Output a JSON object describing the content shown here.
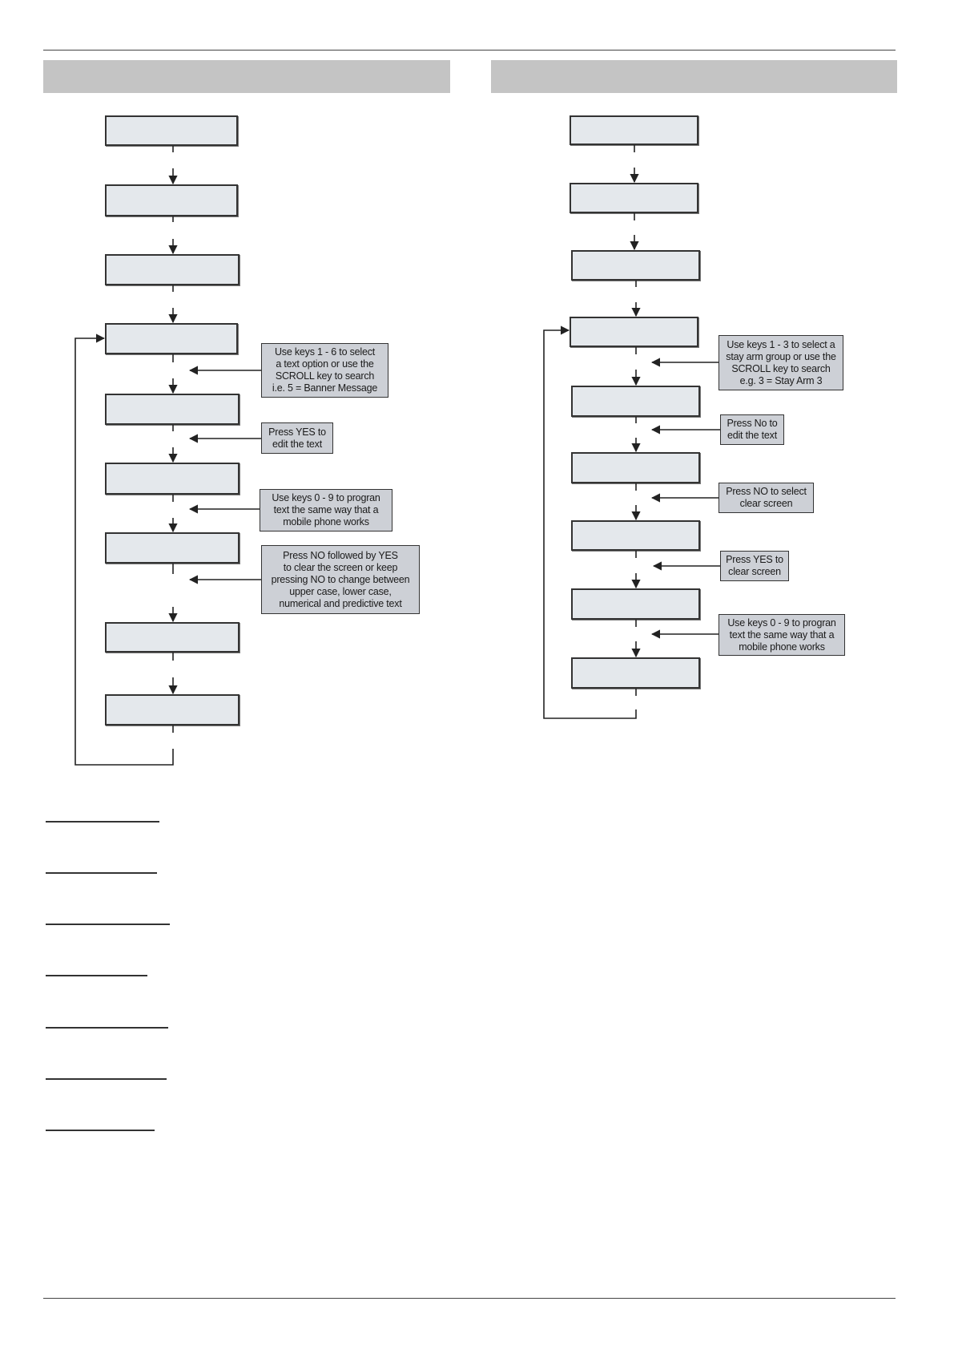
{
  "left_flow": {
    "notes": {
      "select_text_option": "Use keys 1 - 6 to select\na text option or use the\nSCROLL key to search\ni.e. 5 = Banner Message",
      "press_yes_edit": "Press YES to\nedit the text",
      "use_keys_program": "Use keys 0 - 9 to progran\ntext the same way that a\nmobile phone works",
      "press_no_followed_yes": "Press NO followed by YES\nto clear the screen or keep\npressing NO to change between\nupper case, lower case,\nnumerical and predictive text"
    }
  },
  "right_flow": {
    "notes": {
      "select_stay_arm": "Use keys 1 - 3 to select a\nstay arm group or use the\nSCROLL key to search\ne.g. 3 = Stay Arm 3",
      "press_no_edit": "Press No to\nedit the text",
      "press_no_clear": "Press NO to select\nclear screen",
      "press_yes_clear": "Press YES to\nclear screen",
      "use_keys_program": "Use keys 0 - 9 to progran\ntext the same way that a\nmobile phone works"
    }
  },
  "colors": {
    "section_header_fill": "#c4c4c4",
    "step_box_fill": "#e4e8ec",
    "note_fill": "#cdd0d6",
    "line": "#222222"
  }
}
